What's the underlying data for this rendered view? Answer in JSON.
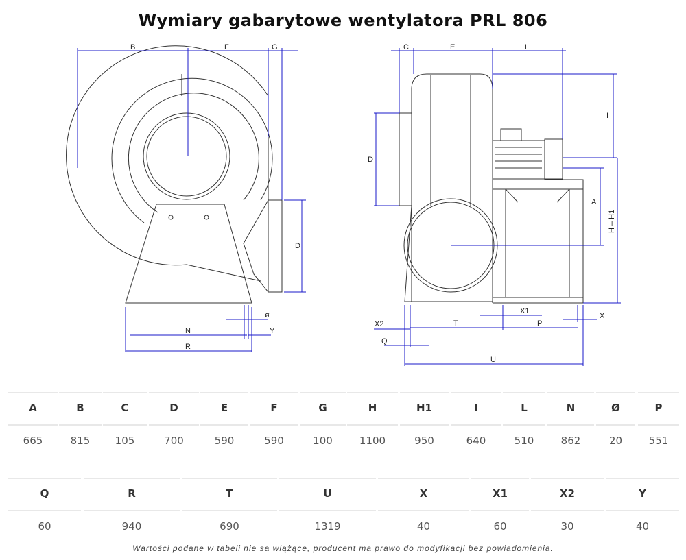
{
  "title": "Wymiary gabarytowe wentylatora PRL 806",
  "drawing_labels": {
    "B": "B",
    "F": "F",
    "G": "G",
    "D_left": "D",
    "N": "N",
    "R": "R",
    "phi": "ø",
    "Y": "Y",
    "C": "C",
    "E": "E",
    "L": "L",
    "I": "I",
    "D_right": "D",
    "A": "A",
    "H_H1": "H – H1",
    "X1": "X1",
    "X": "X",
    "X2": "X2",
    "T": "T",
    "P": "P",
    "Q": "Q",
    "U": "U"
  },
  "table_row1": [
    {
      "h": "A",
      "v": "665"
    },
    {
      "h": "B",
      "v": "815"
    },
    {
      "h": "C",
      "v": "105"
    },
    {
      "h": "D",
      "v": "700"
    },
    {
      "h": "E",
      "v": "590"
    },
    {
      "h": "F",
      "v": "590"
    },
    {
      "h": "G",
      "v": "100"
    },
    {
      "h": "H",
      "v": "1100"
    },
    {
      "h": "H1",
      "v": "950"
    },
    {
      "h": "I",
      "v": "640"
    },
    {
      "h": "L",
      "v": "510"
    },
    {
      "h": "N",
      "v": "862"
    },
    {
      "h": "Ø",
      "v": "20"
    },
    {
      "h": "P",
      "v": "551"
    }
  ],
  "table_row2": [
    {
      "h": "Q",
      "v": "60"
    },
    {
      "h": "R",
      "v": "940"
    },
    {
      "h": "T",
      "v": "690"
    },
    {
      "h": "U",
      "v": "1319"
    },
    {
      "h": "X",
      "v": "40"
    },
    {
      "h": "X1",
      "v": "60"
    },
    {
      "h": "X2",
      "v": "30"
    },
    {
      "h": "Y",
      "v": "40"
    }
  ],
  "note": "Wartości podane w tabeli nie sa wiążące, producent ma prawo do modyfikacji bez powiadomienia."
}
